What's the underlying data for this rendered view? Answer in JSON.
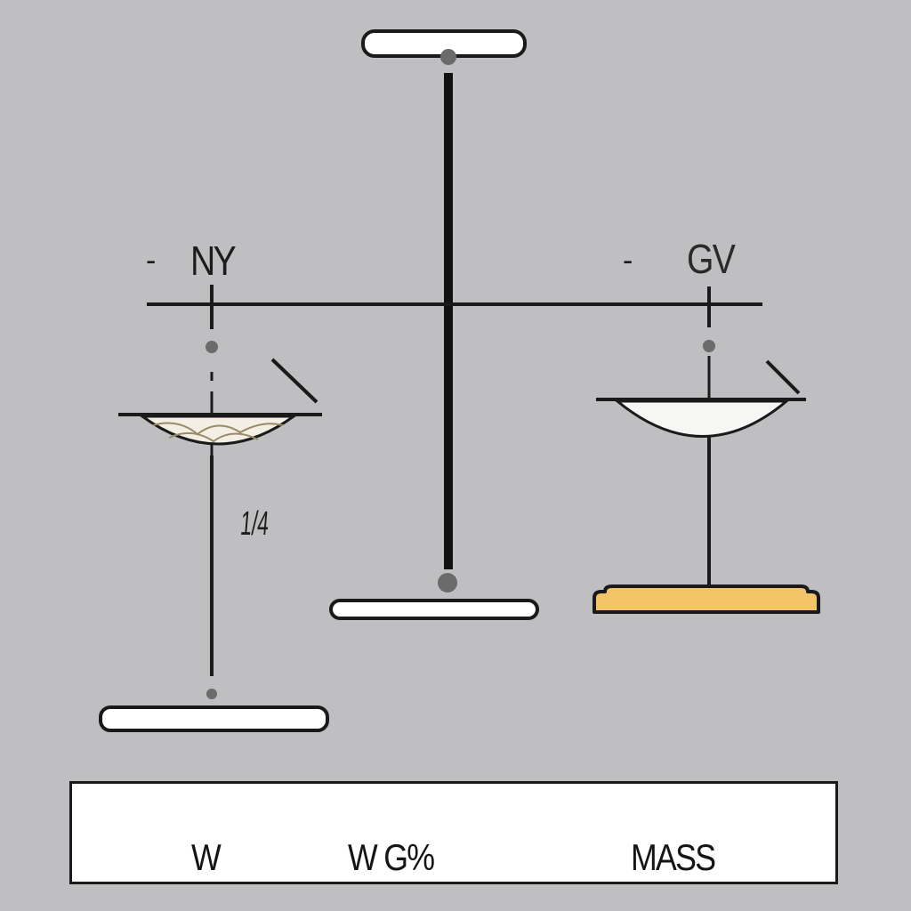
{
  "labels": {
    "left_arm_dash": "-",
    "left_arm": "NY",
    "right_arm_dash": "-",
    "right_arm": "GV",
    "mid_marker": "1/4"
  },
  "legend": {
    "item_1": "W",
    "item_2": "W G%",
    "item_3": "MASS"
  },
  "colors": {
    "background": "#bfbfc1",
    "line": "#141414",
    "plate_fill": "#ffffff",
    "weight_block": "#f3c46a"
  }
}
